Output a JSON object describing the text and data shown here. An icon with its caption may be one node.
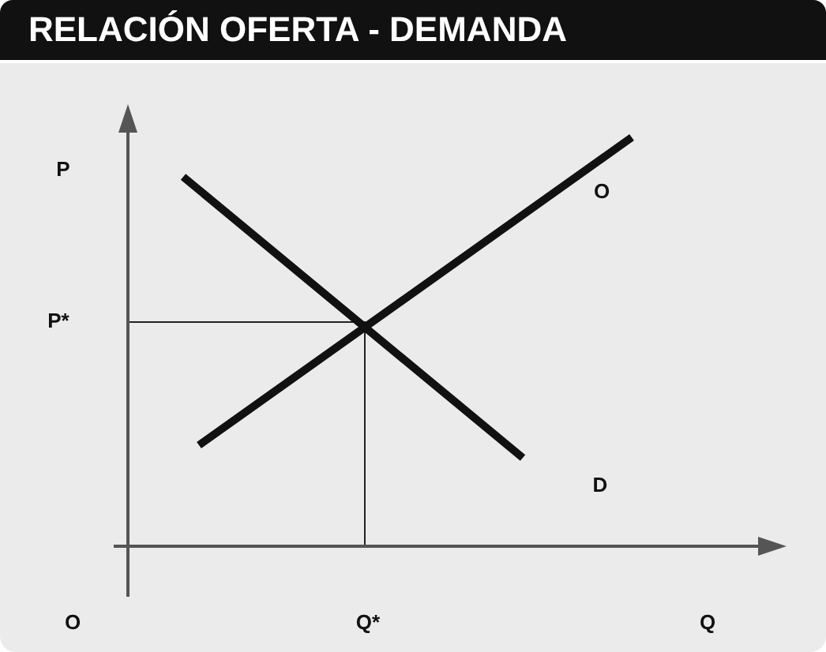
{
  "diagram": {
    "title": "RELACIÓN OFERTA - DEMANDA",
    "labels": [
      "P",
      "O",
      "P*",
      "D",
      "O",
      "Q*",
      "Q"
    ]
  }
}
